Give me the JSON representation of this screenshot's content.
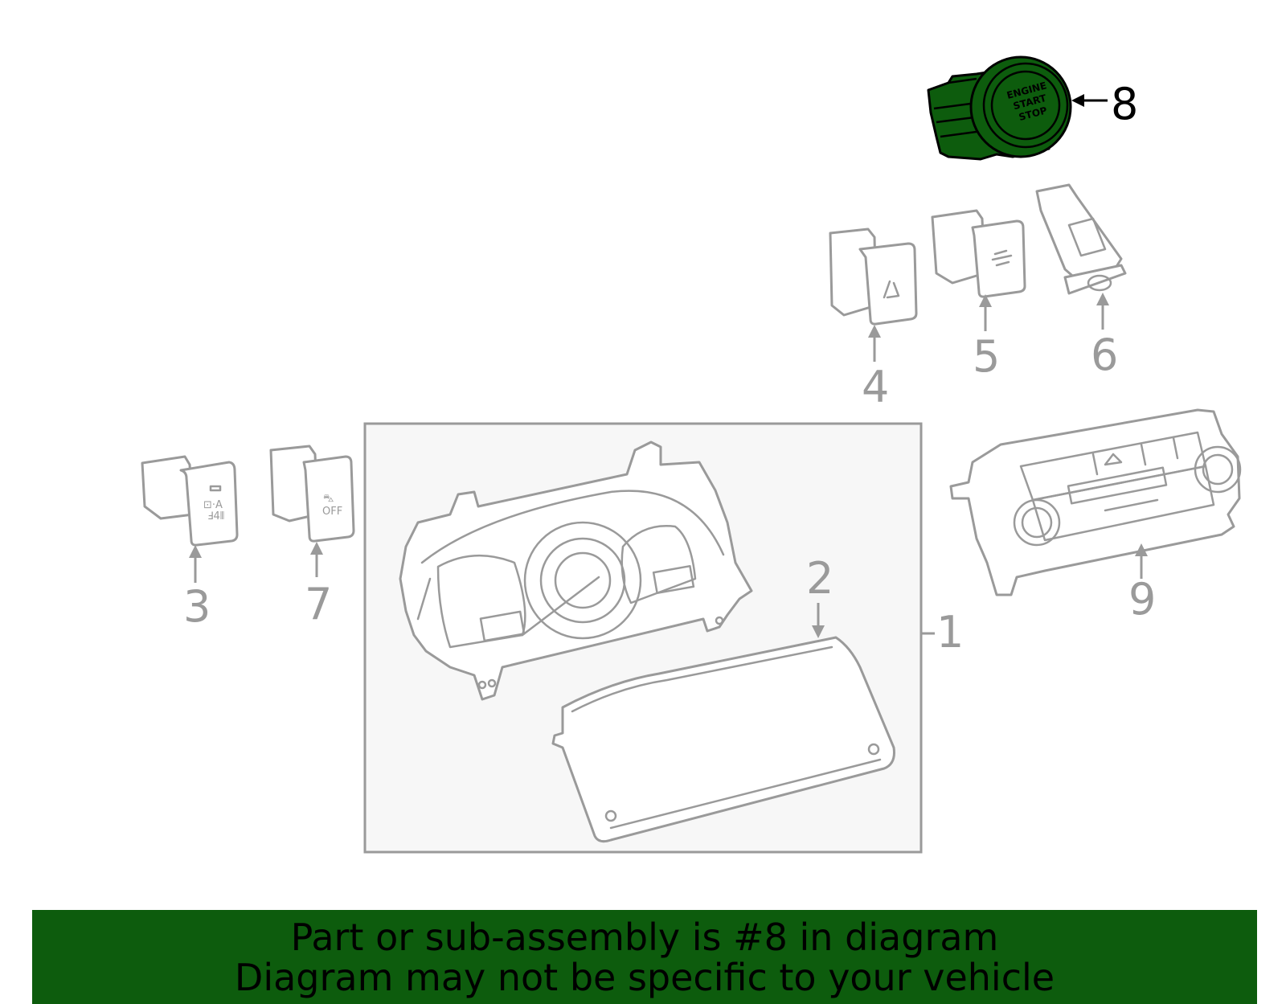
{
  "colors": {
    "highlight": "#0d5c0d",
    "line": "#9a9a9a",
    "box_fill": "#f7f7f7"
  },
  "callouts": {
    "c1": "1",
    "c2": "2",
    "c3": "3",
    "c4": "4",
    "c5": "5",
    "c6": "6",
    "c7": "7",
    "c8": "8",
    "c9": "9"
  },
  "highlighted_part": "8",
  "parts": {
    "engine_button": {
      "line1": "ENGINE",
      "line2": "START",
      "line3": "STOP"
    },
    "switch7_label": "OFF"
  },
  "banner": {
    "line1": "Part or sub-assembly is #8 in diagram",
    "line2": "Diagram may not be specific to your vehicle"
  }
}
